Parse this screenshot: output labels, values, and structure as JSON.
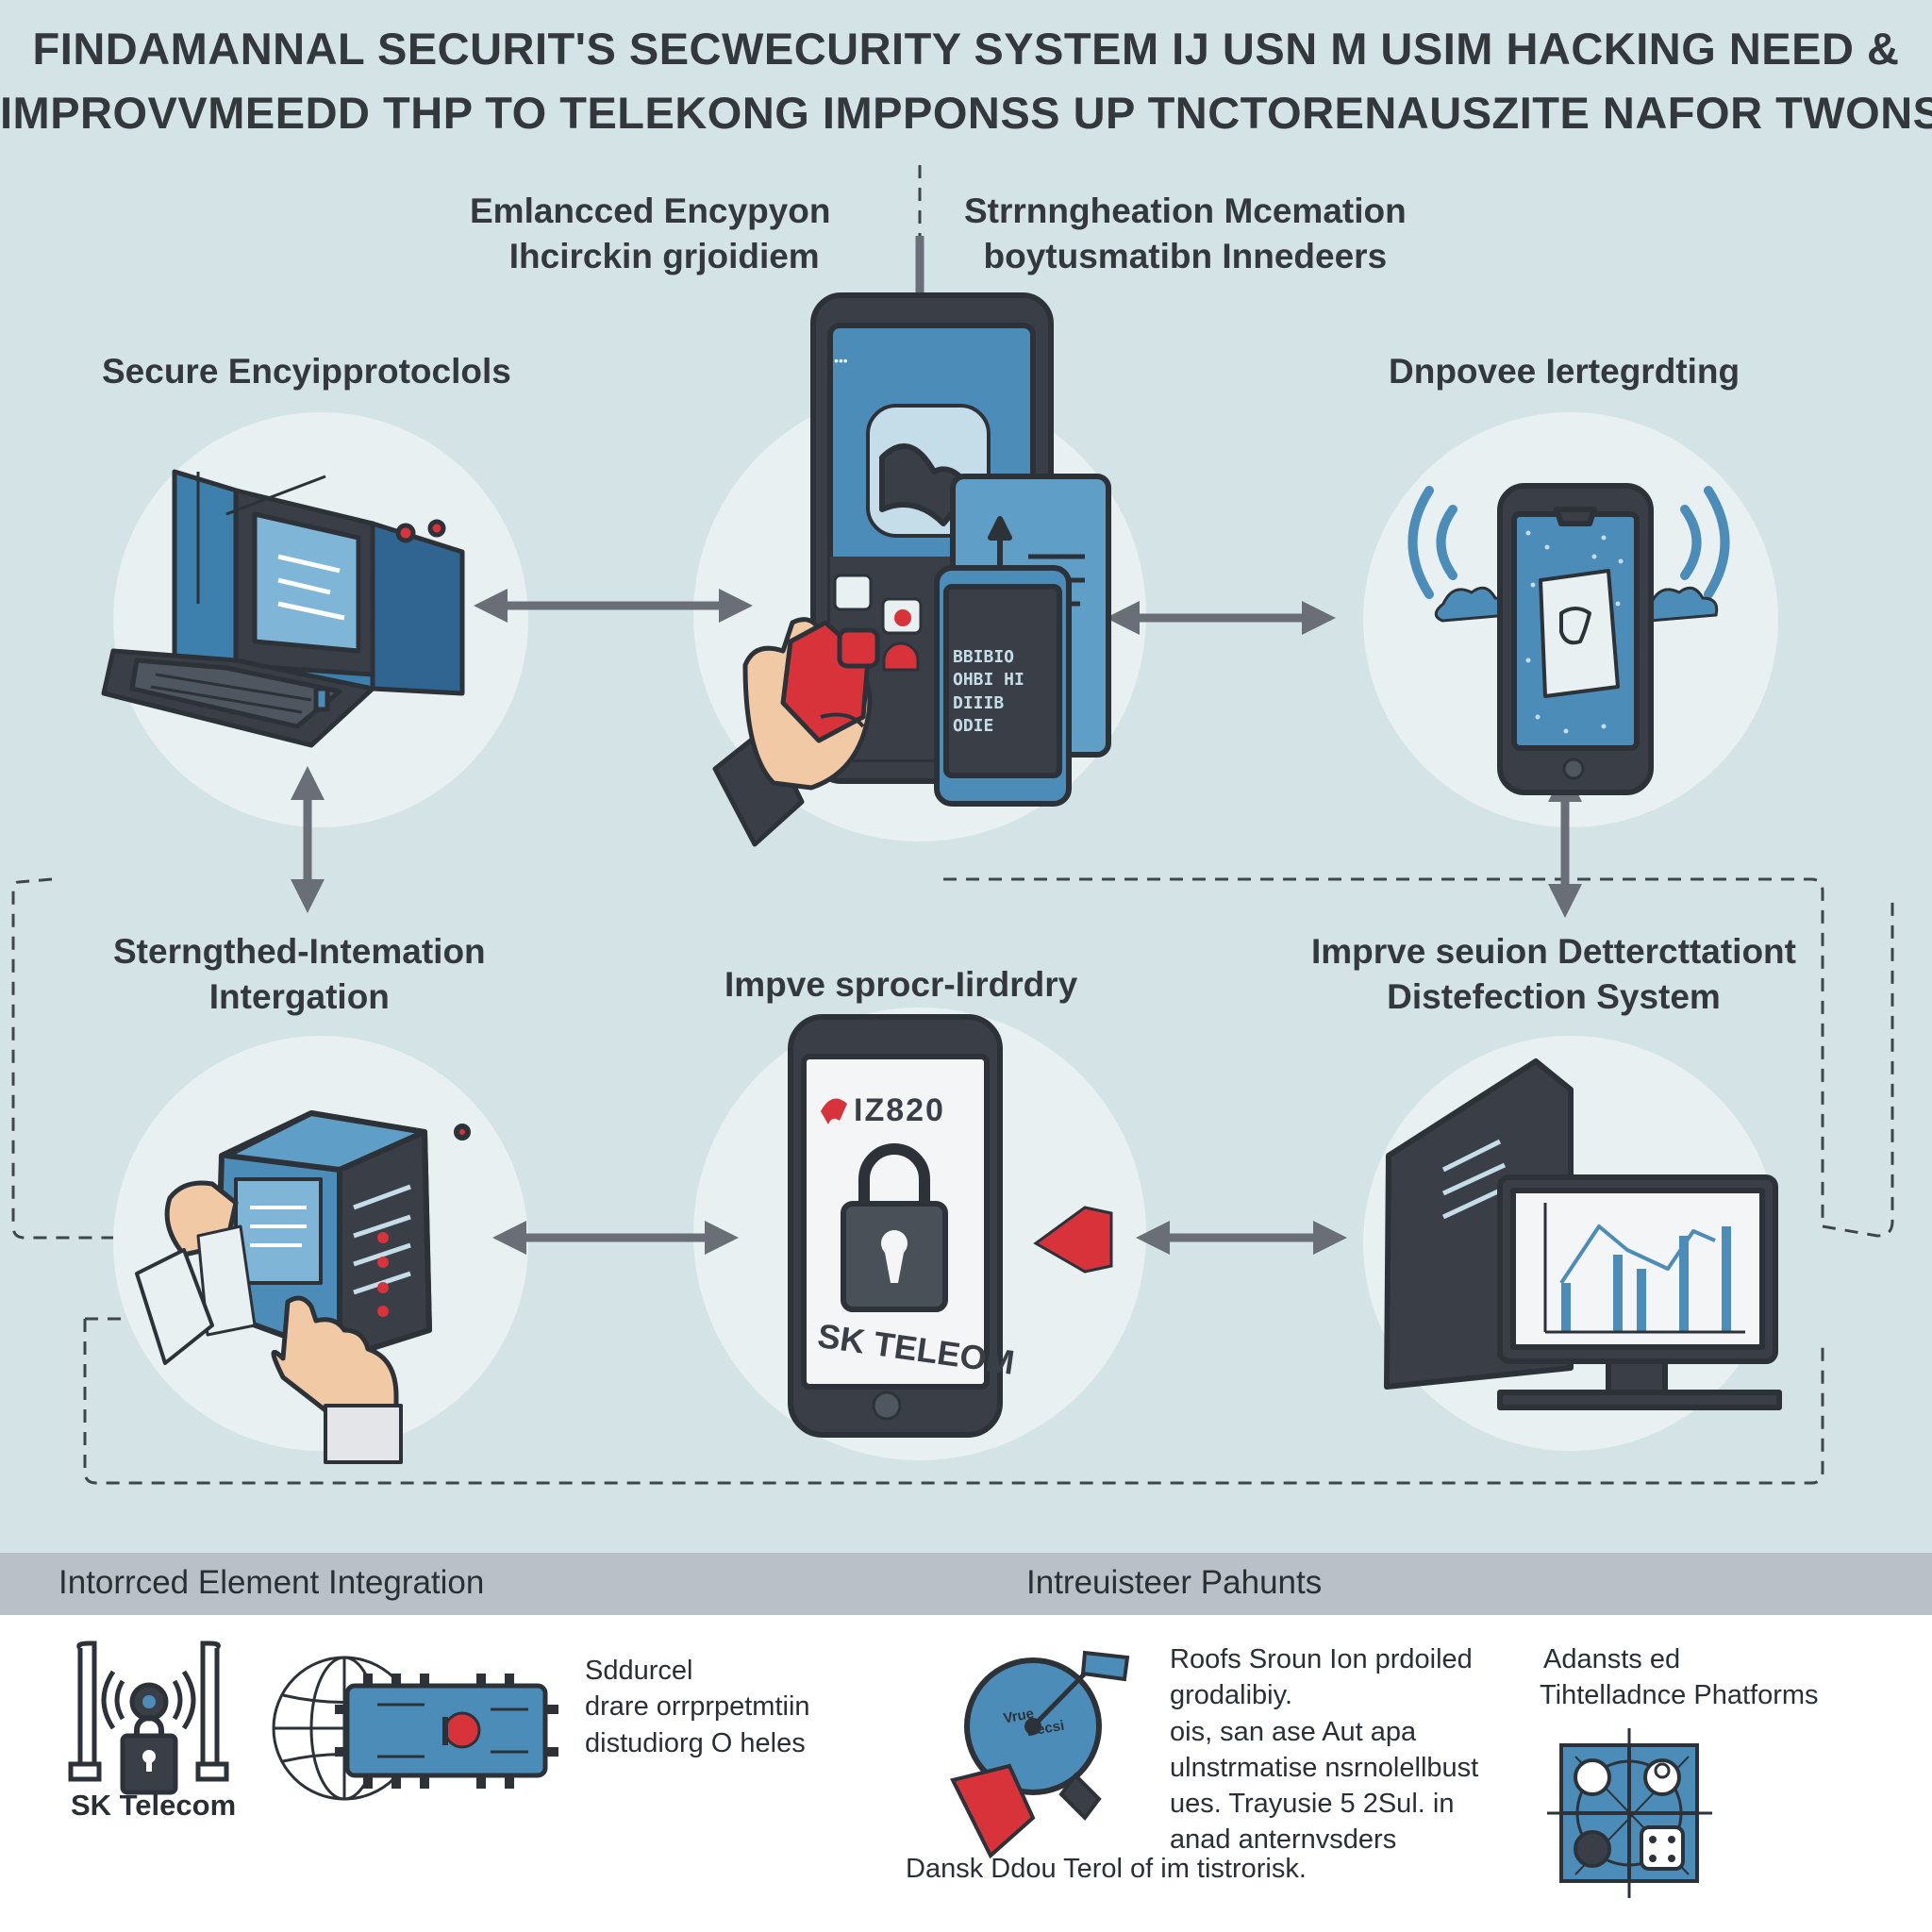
{
  "title": {
    "line1": "FINDAMANNAL SECURIT'S SECWECURITY SYSTEM IJ USN M USIM HACKING NEED &",
    "line2": "IMPROVVMEEDD THP TO TELEKONG IMPPONSS UP TNCTORENAUSZITE NAFOR TWONS"
  },
  "nodes": {
    "top_center": [
      "Emlancced Encypyon",
      "Ihcirckin grjoidiem"
    ],
    "top_right_caption": [
      "Strrnngheation Mcemation",
      "boytusmatibn Innedeers"
    ],
    "left_top": [
      "Secure Encyipprotoclols"
    ],
    "right_top": [
      "Dnpovee Iertegrdting"
    ],
    "left_bottom": [
      "Sterngthed-Intemation",
      "Intergation"
    ],
    "center_bottom": [
      "Impve sprocr-Iirdrdry"
    ],
    "right_bottom": [
      "Imprve seuion Dettercttationt",
      "Distefection System"
    ]
  },
  "screens": {
    "tablet_status": "•••",
    "phone_brand": "SK TELEOM",
    "phone_header": "IZ820",
    "card_text": [
      "BBIBIO",
      "OHBI HI",
      "DIIIB",
      "ODIE"
    ]
  },
  "band": {
    "left": "Intorrced Element Integration",
    "right": "Intreuisteer Pahunts"
  },
  "bottom": {
    "logo_label": "SK Telecom",
    "col2": [
      "Sddurcel",
      "drare orrprpetmtiin",
      "distudiorg O heles"
    ],
    "dial_label": [
      "Vrue",
      "Becsi"
    ],
    "col3": [
      "Roofs Sroun Ion prdoiled",
      "grodalibiy.",
      "ois, san ase Aut apa",
      "ulnstrmatise nsrnolellbust",
      "ues. Trayusie 5 2Sul. in",
      "anad anternvsders"
    ],
    "col4": [
      "Adansts ed",
      "Tihtelladnce Phatforms"
    ],
    "footer": "Dansk Ddou Terol of im tistrorisk."
  },
  "colors": {
    "background": "#d3e3e6",
    "circle": "#e8f0f1",
    "device_dark": "#3a3f47",
    "screen_blue": "#4b8db8",
    "accent_red": "#d8333b",
    "arrow": "#6a6f77"
  },
  "icons": [
    "laptop-icon",
    "tablet-icon",
    "hand-icon",
    "smartphone-icon",
    "wifi-signal-icon",
    "server-box-icon",
    "lock-icon",
    "monitor-chart-icon",
    "red-arrow-icon",
    "globe-circuit-icon",
    "radar-dial-icon",
    "network-grid-icon"
  ]
}
